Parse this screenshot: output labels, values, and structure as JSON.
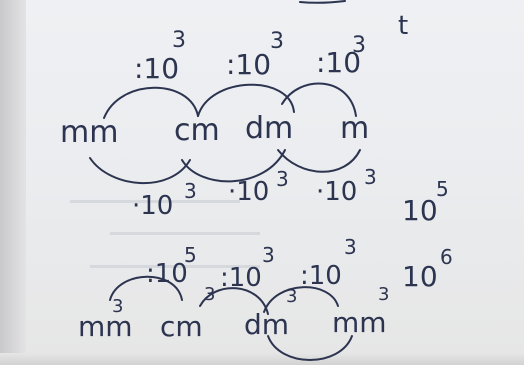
{
  "page_title": "",
  "top": {
    "ops": [
      ":10",
      ":10",
      ":10"
    ],
    "exps": [
      "3",
      "3",
      "3"
    ],
    "units": [
      "mm",
      "cm",
      "dm",
      "m"
    ],
    "bottom_ops": [
      "·10",
      "·10",
      "·10"
    ],
    "bottom_exps": [
      "3",
      "3",
      "3"
    ]
  },
  "side": {
    "top_label": "10",
    "top_exp": "5",
    "bottom_label": "10",
    "bottom_exp": "6"
  },
  "bottom": {
    "ops": [
      ":10",
      ":10",
      ":10"
    ],
    "exps": [
      "5",
      "3",
      "3"
    ],
    "units": [
      "mm",
      "cm",
      "dm",
      "mm"
    ],
    "unit_exps": [
      "3",
      "3",
      "3",
      "3"
    ]
  },
  "top_mark": "t"
}
